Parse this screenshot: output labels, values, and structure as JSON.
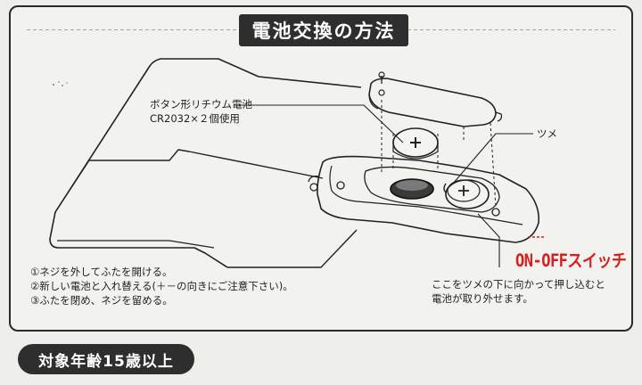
{
  "title": "電池交換の方法",
  "labels": {
    "battery_line1": "ボタン形リチウム電池",
    "battery_line2": "CR2032×２個使用",
    "tab": "ツメ",
    "switch": "ON-OFFスイッチ",
    "release_line1": "ここをツメの下に向かって押し込むと",
    "release_line2": "電池が取り外せます。"
  },
  "steps": [
    "①ネジを外してふたを開ける。",
    "②新しい電池と入れ替える(＋－の向きにご注意下さい)。",
    "③ふたを閉め、ネジを留める。"
  ],
  "age_notice": "対象年齢15歳以上",
  "colors": {
    "switch_label": "#d81e1e",
    "title_bar": "#2e2e2e"
  }
}
